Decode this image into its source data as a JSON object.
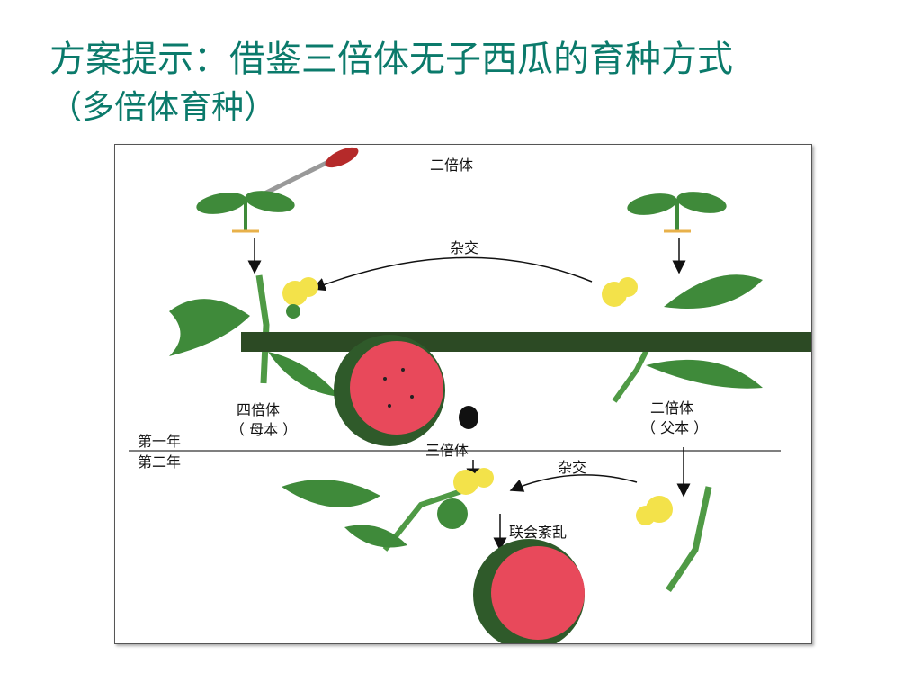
{
  "slide": {
    "title": "方案提示：借鉴三倍体无子西瓜的育种方式",
    "subtitle": "（多倍体育种）"
  },
  "diagram": {
    "top_label": "二倍体",
    "cross_label_1": "杂交",
    "tetraploid_label": "四倍体",
    "mother_label": "（ 母本 ）",
    "diploid_label": "二倍体",
    "father_label": "（ 父本 ）",
    "year_one": "第一年",
    "year_two": "第二年",
    "triploid_label": "三倍体",
    "cross_label_2": "杂交",
    "synapsis_label": "联会紊乱"
  },
  "colors": {
    "title": "#0b7a6b",
    "leaf": "#3f8a3a",
    "flower": "#f3e24a",
    "melon_flesh": "#e8495b",
    "melon_rind": "#2f5a2a"
  }
}
